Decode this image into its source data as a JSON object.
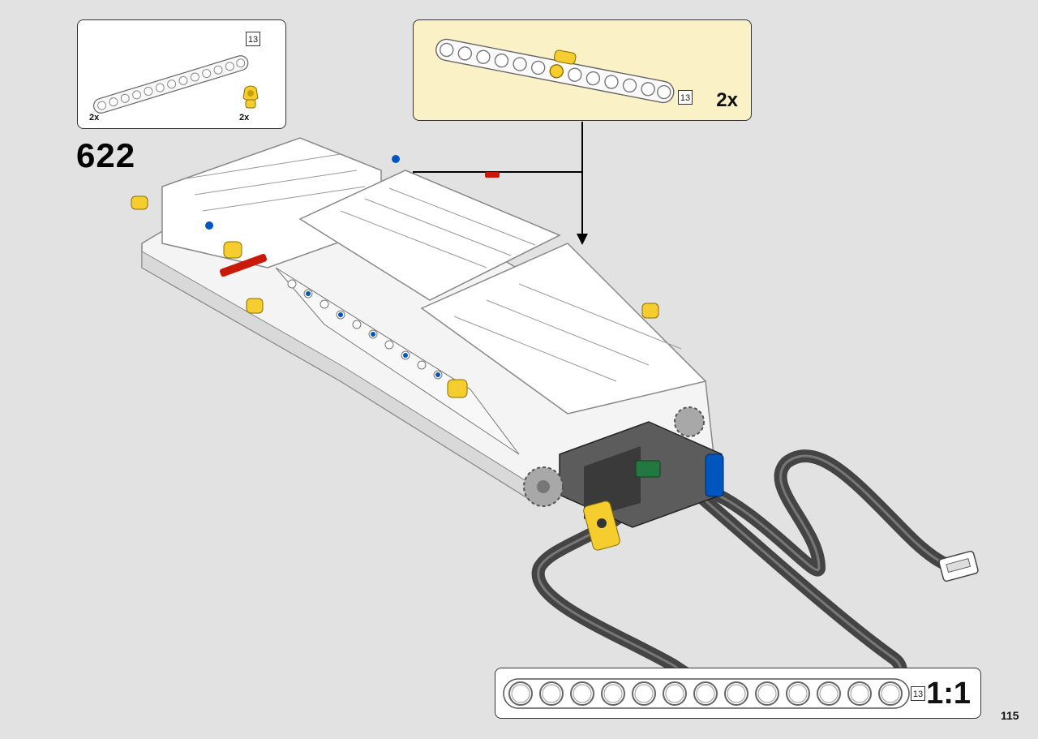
{
  "parts_list": {
    "beam": {
      "quantity": "2x",
      "length_badge": "13"
    },
    "connector": {
      "quantity": "2x"
    }
  },
  "sub_assembly": {
    "length_badge": "13",
    "multiplier": "2x"
  },
  "step_number": "622",
  "scale_reference": {
    "length_badge": "13",
    "label": "1:1",
    "hole_count": 13
  },
  "page_number": "115",
  "colors": {
    "background": "#e2e2e2",
    "callout_fill": "#fbf1c6",
    "technic_white": "#ffffff",
    "technic_yellow": "#f5cd2f",
    "technic_red": "#c91a09",
    "technic_blue": "#0055bf",
    "technic_green": "#237841",
    "dark_grey": "#3a3a3a"
  }
}
